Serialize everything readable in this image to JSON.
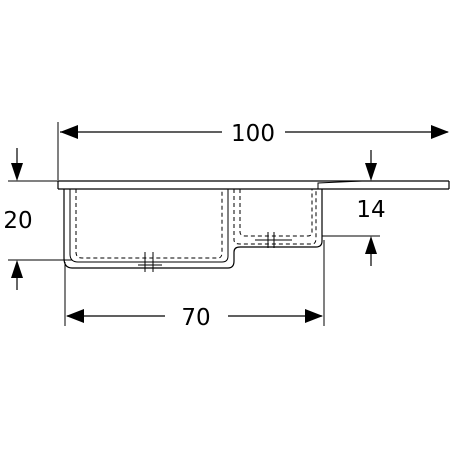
{
  "dimensions": {
    "overall_width": "100",
    "bowl_width": "70",
    "depth": "20",
    "drainer_depth": "14"
  }
}
